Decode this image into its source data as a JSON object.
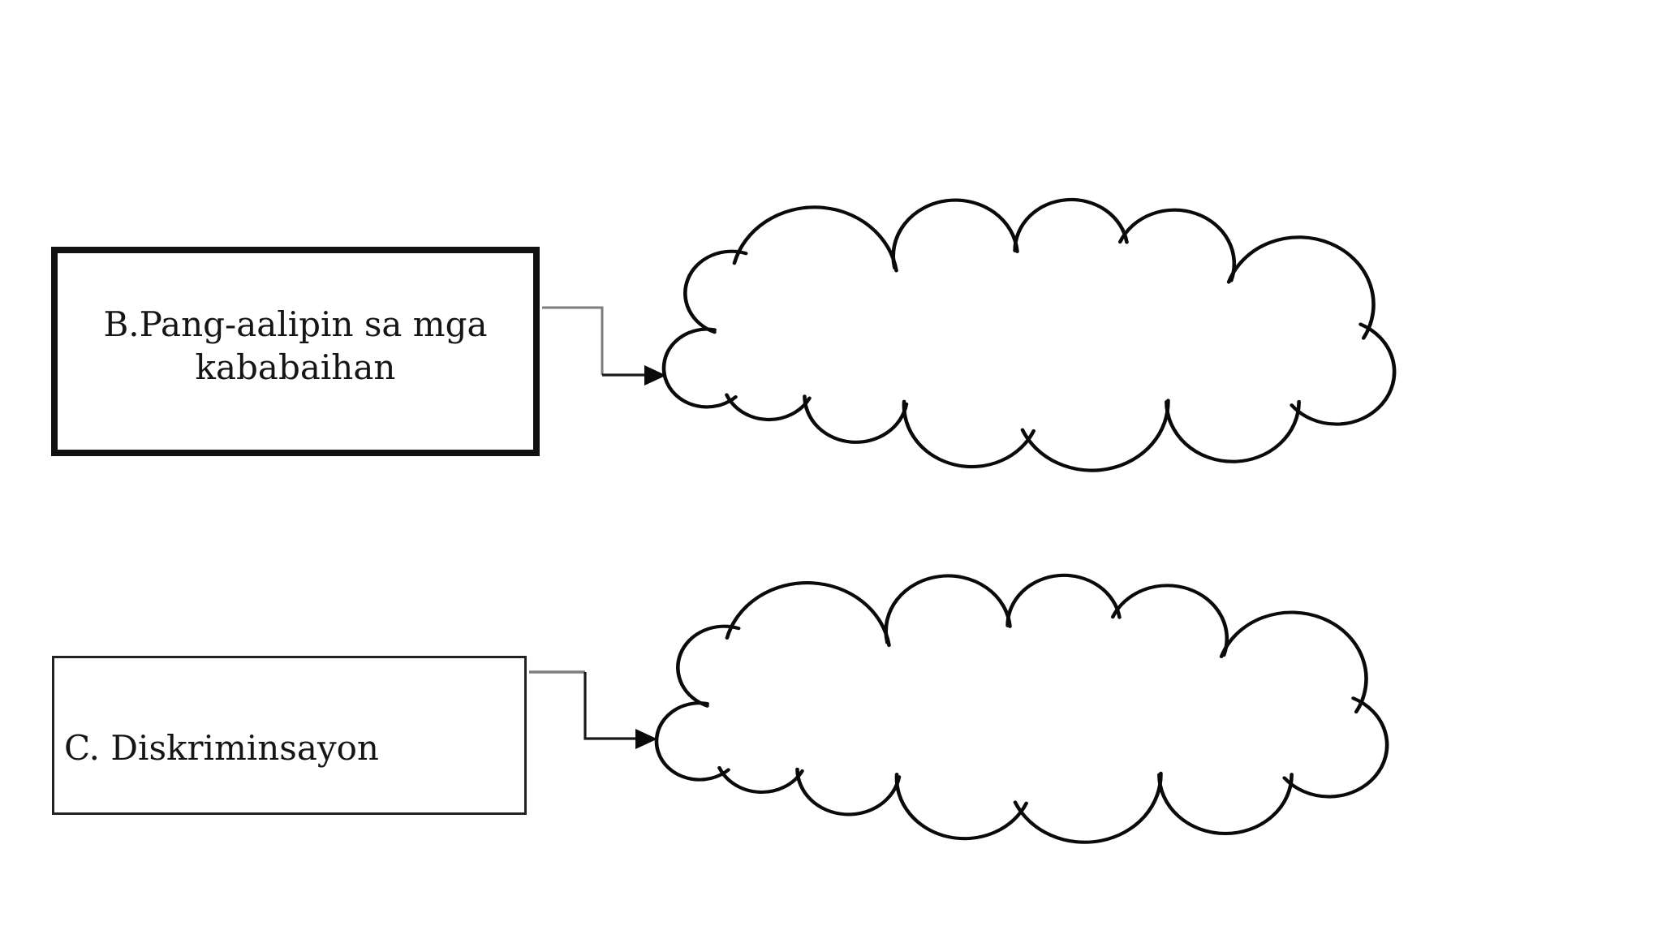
{
  "page": {
    "background": "#ffffff"
  },
  "diagram": {
    "type": "graphic-organizer",
    "rows": [
      {
        "id": "B",
        "box": {
          "lines": [
            "B.Pang-aalipin sa mga",
            "kababaihan"
          ],
          "border": "thick"
        },
        "connector": "elbow-arrow",
        "cloud": {
          "text": ""
        }
      },
      {
        "id": "C",
        "box": {
          "lines": [
            "C. Diskriminsayon"
          ],
          "border": "thin"
        },
        "connector": "elbow-arrow",
        "cloud": {
          "text": ""
        }
      }
    ],
    "colors": {
      "outline": "#0a0a0a",
      "box_border_thick": "#111111",
      "box_border_thin": "#222222",
      "connector_dark": "#1a1a1a",
      "connector_gray": "#7d7d7d",
      "text": "#151515"
    }
  }
}
